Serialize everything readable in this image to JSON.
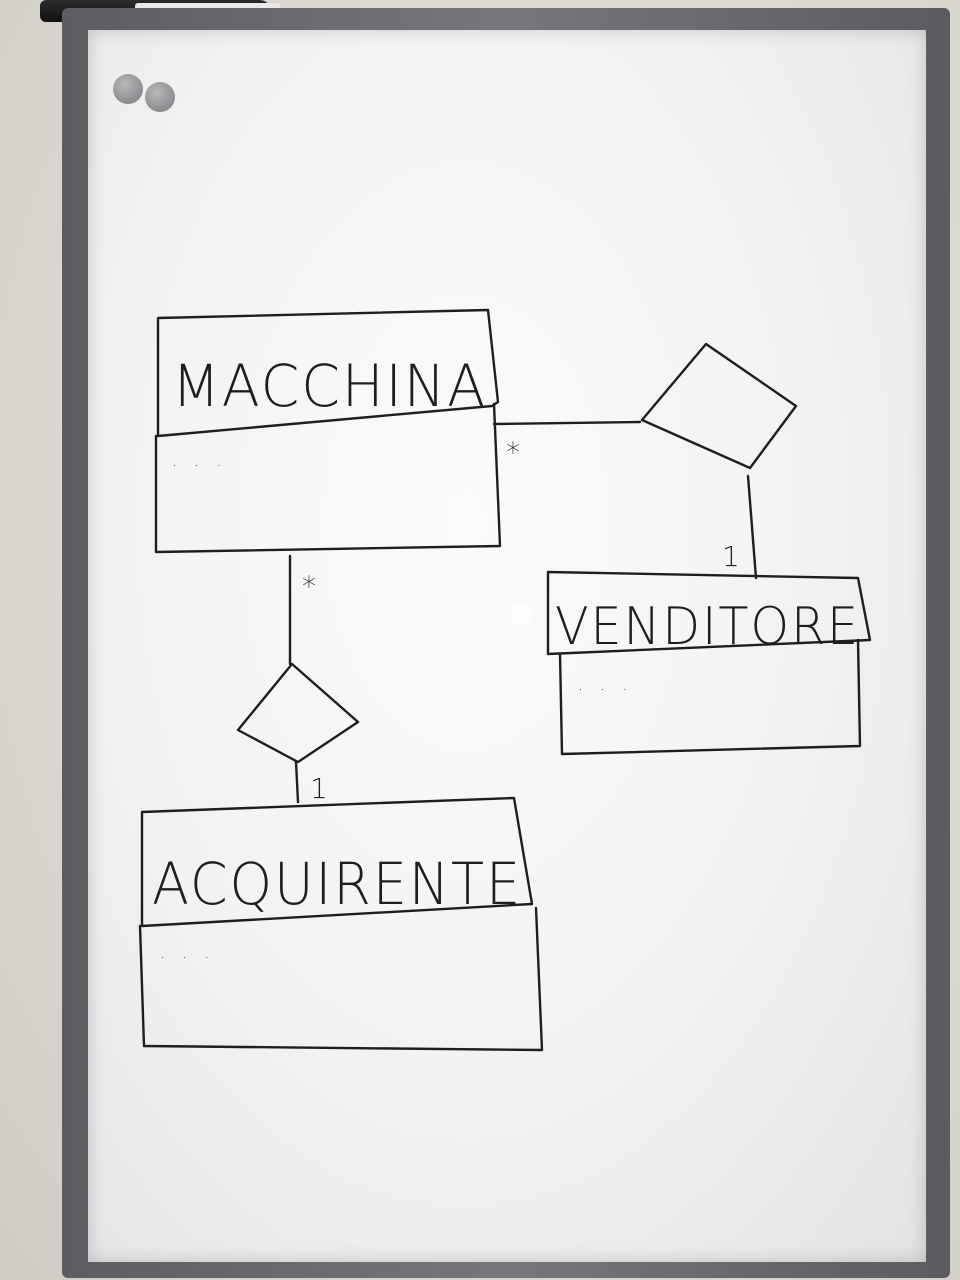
{
  "classes": [
    {
      "id": "macchina",
      "name": "MACCHINA",
      "attributes": ". . ."
    },
    {
      "id": "venditore",
      "name": "VENDITORE",
      "attributes": ". . ."
    },
    {
      "id": "acquirente",
      "name": "ACQUIRENTE",
      "attributes": ". . ."
    }
  ],
  "associations": [
    {
      "from": "macchina",
      "to": "venditore",
      "mult_from": "*",
      "mult_to": "1"
    },
    {
      "from": "macchina",
      "to": "acquirente",
      "mult_from": "*",
      "mult_to": "1"
    }
  ]
}
